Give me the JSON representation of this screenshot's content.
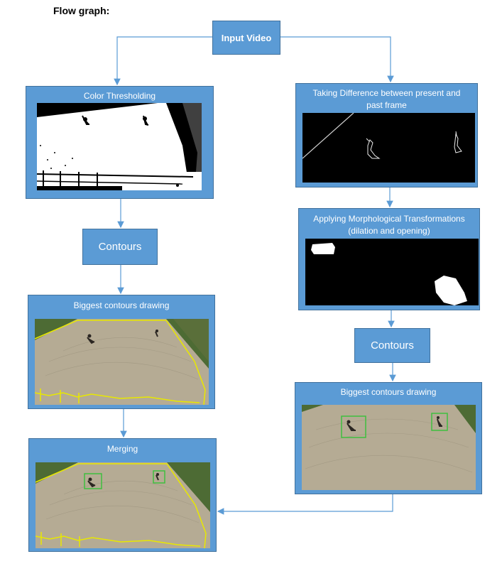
{
  "heading": "Flow graph:",
  "nodes": {
    "input_video": "Input Video",
    "color_thresholding": "Color Thresholding",
    "frame_difference_line1": "Taking Difference between present and",
    "frame_difference_line2": "past frame",
    "contours_left": "Contours",
    "morphology_line1": "Applying Morphological Transformations",
    "morphology_line2": "(dilation and opening)",
    "biggest_contours_left": "Biggest contours drawing",
    "contours_right": "Contours",
    "biggest_contours_right": "Biggest contours drawing",
    "merging": "Merging"
  },
  "colors": {
    "box_fill": "#5b9bd5",
    "box_border": "#41719c",
    "arrow": "#5b9bd5",
    "detection_box": "#3fbf3f",
    "contour_line": "#e8e800",
    "arena_sand": "#b5ab94",
    "grass": "#4d6b34"
  }
}
